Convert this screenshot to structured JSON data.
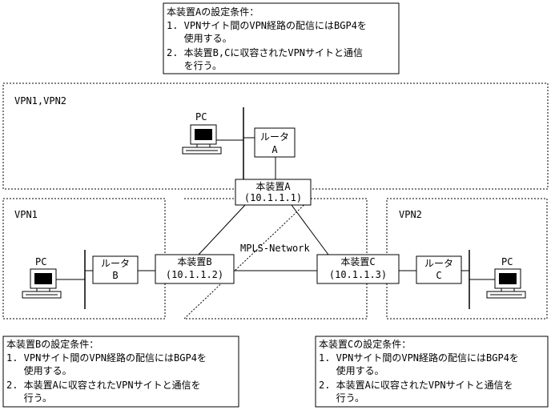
{
  "conditions": {
    "a": {
      "title": "本装置Aの設定条件：",
      "items": [
        "1. VPNサイト間のVPN経路の配信にはBGP4を",
        "   使用する。",
        "2. 本装置B,Cに収容されたVPNサイトと通信",
        "   を行う。"
      ]
    },
    "b": {
      "title": "本装置Bの設定条件：",
      "items": [
        "1. VPNサイト間のVPN経路の配信にはBGP4を",
        "   使用する。",
        "2. 本装置Aに収容されたVPNサイトと通信を",
        "   行う。"
      ]
    },
    "c": {
      "title": "本装置Cの設定条件：",
      "items": [
        "1. VPNサイト間のVPN経路の配信にはBGP4を",
        "   使用する。",
        "2. 本装置Aに収容されたVPNサイトと通信を",
        "   行う。"
      ]
    }
  },
  "regions": {
    "top": "VPN1,VPN2",
    "left": "VPN1",
    "right": "VPN2"
  },
  "network_label": "MPLS-Network",
  "devices": {
    "a": {
      "name": "本装置A",
      "ip": "(10.1.1.1)"
    },
    "b": {
      "name": "本装置B",
      "ip": "(10.1.1.2)"
    },
    "c": {
      "name": "本装置C",
      "ip": "(10.1.1.3)"
    }
  },
  "routers": {
    "a": {
      "line1": "ルータ",
      "line2": "A"
    },
    "b": {
      "line1": "ルータ",
      "line2": "B"
    },
    "c": {
      "line1": "ルータ",
      "line2": "C"
    }
  },
  "pc_label": "PC"
}
